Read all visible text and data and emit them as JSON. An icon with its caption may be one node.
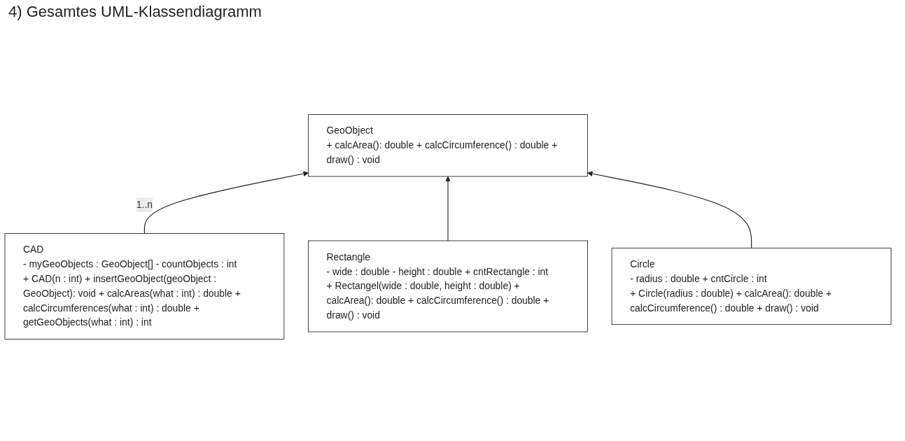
{
  "diagram": {
    "title": "4) Gesamtes UML-Klassendiagramm",
    "nodes": [
      {
        "text": [
          "CAD",
          "- myGeoObjects : GeoObject[] - countObjects : int",
          "+ CAD(n : int) + insertGeoObject(geoObject : GeoObject): void + calcAreas(what : int) : double + calcCircumferences(what : int) : double + getGeoObjects(what : int) : int"
        ]
      },
      {
        "text": [
          "GeoObject",
          "+ calcArea(): double + calcCircumference() : double + draw() : void"
        ]
      },
      {
        "text": [
          "Rectangle",
          "- wide : double - height : double + cntRectangle : int",
          "+ Rectangel(wide : double, height : double) + calcArea(): double + calcCircumference() : double + draw() : void"
        ]
      },
      {
        "text": [
          "Circle",
          "- radius : double + cntCircle : int",
          "+ Circle(radius : double) + calcArea(): double + calcCircumference() : double + draw() : void"
        ]
      }
    ],
    "edges": [
      {
        "from": 0,
        "to": 1,
        "arrow": "to",
        "label": "1..n"
      },
      {
        "from": 2,
        "to": 1,
        "arrow": "to"
      },
      {
        "from": 3,
        "to": 1,
        "arrow": "to"
      }
    ]
  }
}
